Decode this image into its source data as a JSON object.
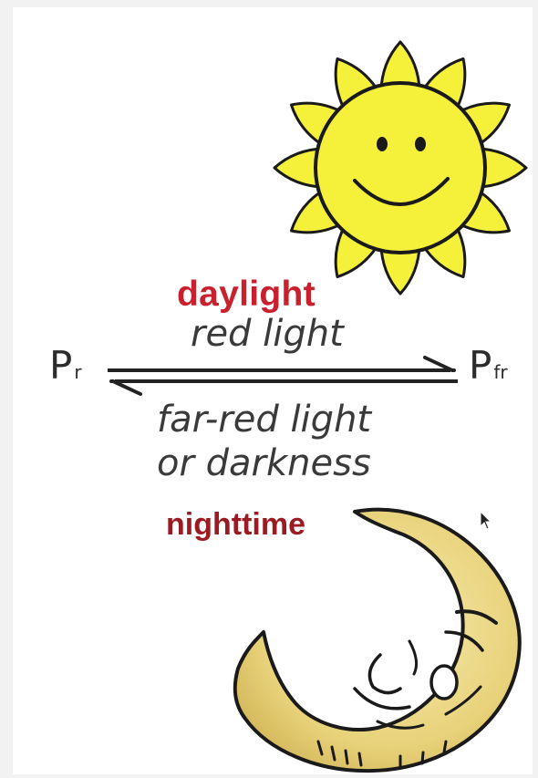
{
  "diagram": {
    "day_label": "daylight",
    "night_label": "nighttime",
    "left_state": {
      "main": "P",
      "sub": "r"
    },
    "right_state": {
      "main": "P",
      "sub": "fr"
    },
    "forward_condition": "red light",
    "reverse_condition_line1": "far-red light",
    "reverse_condition_line2": "or darkness"
  },
  "colors": {
    "day_label": "#c8202c",
    "night_label": "#9b1b22",
    "sun_fill": "#f5f03a",
    "moon_fill": "#ecd98a",
    "outline": "#1a1a1a"
  },
  "icons": [
    "smiling-sun-icon",
    "sleeping-moon-icon",
    "reversible-arrow-icon",
    "mouse-cursor-icon"
  ]
}
